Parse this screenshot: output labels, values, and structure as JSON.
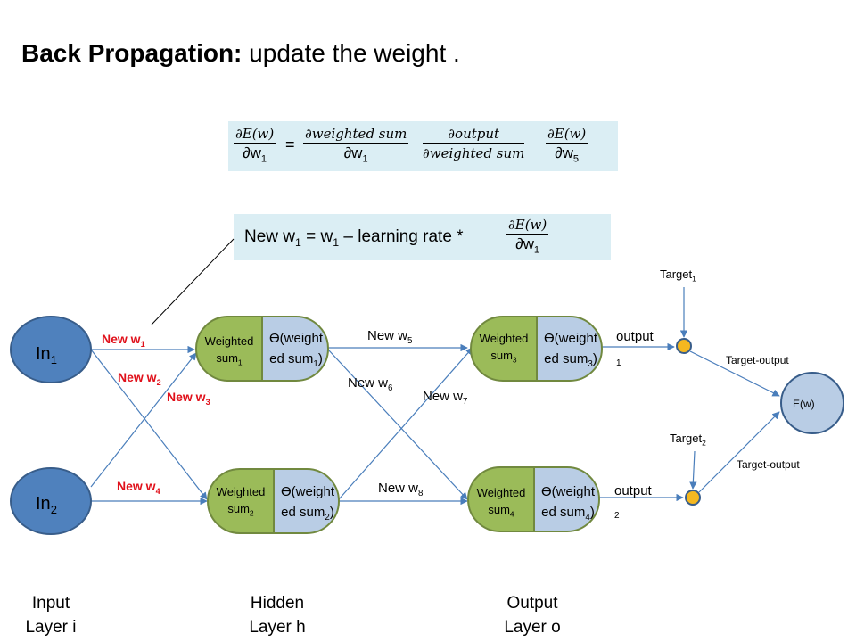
{
  "title": {
    "bold": "Back Propagation:",
    "rest": " update the weight ."
  },
  "chain_rule": {
    "lhs_num": "∂E(w)",
    "lhs_den": "∂w",
    "lhs_den_sub": "1",
    "equals": "=",
    "t1_num": "∂weighted sum",
    "t1_den": "∂w",
    "t1_den_sub": "1",
    "t2_num": "∂output",
    "t2_den": "∂weighted sum",
    "t3_num": "∂E(w)",
    "t3_den": "∂w",
    "t3_den_sub": "5"
  },
  "update_rule": {
    "text_a": "New w",
    "sub_a": "1",
    "text_b": "  = w",
    "sub_b": "1",
    "text_c": " – learning rate *",
    "frac_num": "∂E(w)",
    "frac_den": "∂w",
    "frac_den_sub": "1"
  },
  "inputs": [
    {
      "label": "In",
      "sub": "1"
    },
    {
      "label": "In",
      "sub": "2"
    }
  ],
  "weights": {
    "w1": {
      "label": "New w",
      "sub": "1"
    },
    "w2": {
      "label": "New w",
      "sub": "2"
    },
    "w3": {
      "label": "New w",
      "sub": "3"
    },
    "w4": {
      "label": "New w",
      "sub": "4"
    },
    "w5": {
      "label": "New w",
      "sub": "5"
    },
    "w6": {
      "label": "New w",
      "sub": "6"
    },
    "w7": {
      "label": "New w",
      "sub": "7"
    },
    "w8": {
      "label": "New w",
      "sub": "8"
    }
  },
  "neurons": [
    {
      "ws_line1": "Weighted",
      "ws_line2": "sum",
      "ws_sub": "1",
      "th_line1": "ϴ(weight",
      "th_line2": "ed sum",
      "th_sub": "1",
      "th_end": ")"
    },
    {
      "ws_line1": "Weighted",
      "ws_line2": "sum",
      "ws_sub": "2",
      "th_line1": "ϴ(weight",
      "th_line2": "ed sum",
      "th_sub": "2",
      "th_end": ")"
    },
    {
      "ws_line1": "Weighted",
      "ws_line2": "sum",
      "ws_sub": "3",
      "th_line1": "ϴ(weight",
      "th_line2": "ed sum",
      "th_sub": "3",
      "th_end": ")"
    },
    {
      "ws_line1": "Weighted",
      "ws_line2": "sum",
      "ws_sub": "4",
      "th_line1": "ϴ(weight",
      "th_line2": "ed sum",
      "th_sub": "4",
      "th_end": ")"
    }
  ],
  "outputs": [
    {
      "label": "output",
      "index": "1"
    },
    {
      "label": "output",
      "index": "2"
    }
  ],
  "targets": [
    {
      "label": "Target",
      "sub": "1"
    },
    {
      "label": "Target",
      "sub": "2"
    }
  ],
  "diff_label": "Target-output",
  "error_node": "E(w)",
  "layers": [
    {
      "line1": "Input",
      "line2": "Layer i"
    },
    {
      "line1": "Hidden",
      "line2": "Layer h"
    },
    {
      "line1": "Output",
      "line2": "Layer o"
    }
  ],
  "colors": {
    "input_fill": "#4f81bd",
    "input_stroke": "#385d8a",
    "ws_fill": "#9bbb59",
    "th_fill": "#b9cde5",
    "pill_stroke": "#71893f",
    "target_dot": "#f5b820",
    "error_fill": "#b9cde5",
    "arrow": "#4a7ebb",
    "box_bg": "#dbeef4",
    "red_label": "#e0101a"
  }
}
